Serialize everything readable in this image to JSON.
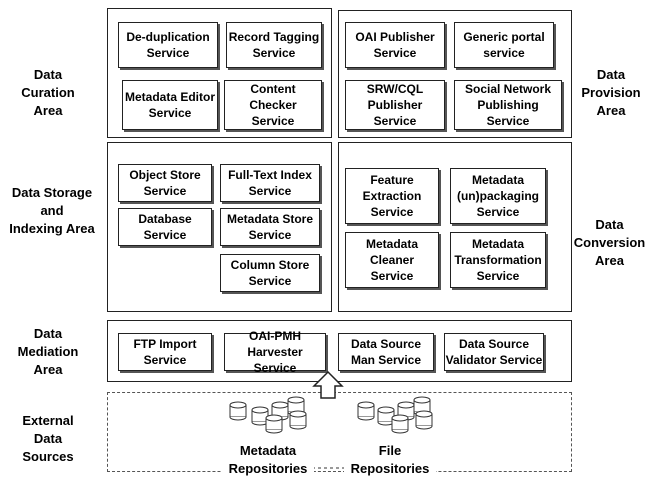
{
  "area_labels": {
    "curation": "Data\nCuration\nArea",
    "storage": "Data Storage\nand\nIndexing Area",
    "mediation": "Data\nMediation\nArea",
    "external": "External\nData\nSources",
    "provision": "Data\nProvision\nArea",
    "conversion": "Data\nConversion\nArea"
  },
  "curation_services": {
    "deduplication": "De-duplication\nService",
    "record_tagging": "Record Tagging\nService",
    "metadata_editor": "Metadata Editor\nService",
    "content_checker": "Content Checker\nService"
  },
  "provision_services": {
    "oai_publisher": "OAI Publisher\nService",
    "generic_portal": "Generic portal\nservice",
    "srw_cql": "SRW/CQL\nPublisher\nService",
    "social_network": "Social Network\nPublishing\nService"
  },
  "storage_services": {
    "object_store": "Object Store\nService",
    "fulltext_index": "Full-Text Index\nService",
    "database": "Database\nService",
    "metadata_store": "Metadata Store\nService",
    "column_store": "Column Store\nService"
  },
  "conversion_services": {
    "feature_extraction": "Feature\nExtraction\nService",
    "metadata_unpackaging": "Metadata\n(un)packaging\nService",
    "metadata_cleaner": "Metadata\nCleaner\nService",
    "metadata_transformation": "Metadata\nTransformation\nService"
  },
  "mediation_services": {
    "ftp_import": "FTP Import\nService",
    "oai_pmh_harvester": "OAI-PMH\nHarvester Service",
    "data_source_man": "Data Source\nMan Service",
    "data_source_validator": "Data Source\nValidator Service"
  },
  "repositories": {
    "metadata": "Metadata\nRepositories",
    "file": "File\nRepositories"
  }
}
